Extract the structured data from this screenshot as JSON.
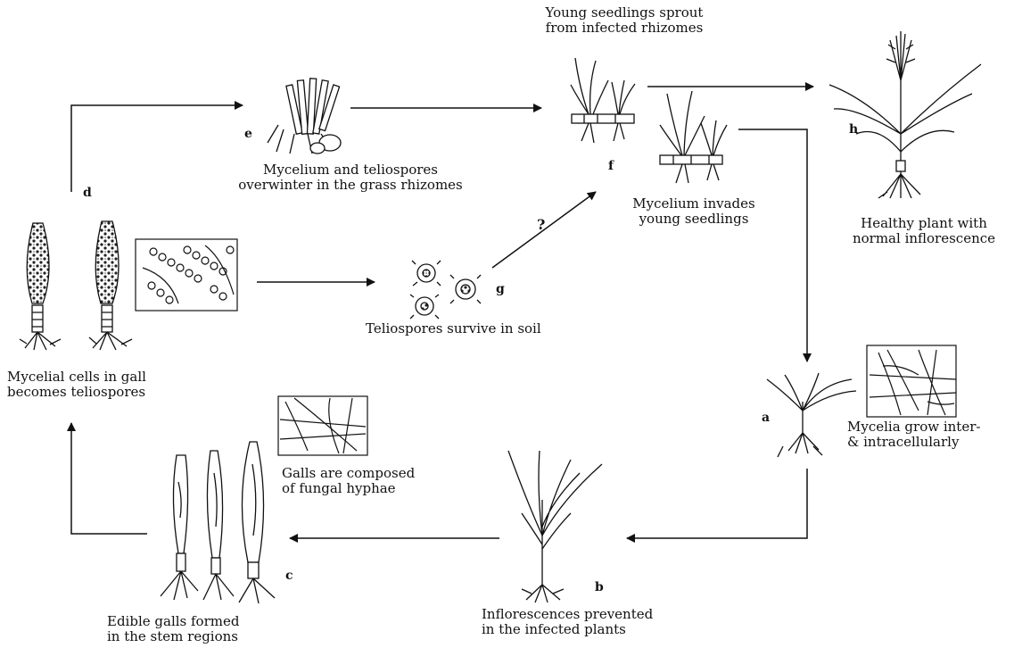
{
  "labels": {
    "a": "a",
    "b": "b",
    "c": "c",
    "d": "d",
    "e": "e",
    "f": "f",
    "g": "g",
    "h": "h",
    "question": "?"
  },
  "captions": {
    "sprout_1": "Young seedlings sprout",
    "sprout_2": "from infected rhizomes",
    "overwinter_1": "Mycelium and teliospores",
    "overwinter_2": "overwinter in the grass rhizomes",
    "invades_1": "Mycelium invades",
    "invades_2": "young seedlings",
    "healthy_1": "Healthy plant with",
    "healthy_2": "normal inflorescence",
    "soil": "Teliospores survive in soil",
    "gall_1": "Mycelial cells in gall",
    "gall_2": "becomes teliospores",
    "grow_1": "Mycelia  grow inter-",
    "grow_2": "& intracellularly",
    "hyphae_1": "Galls are composed",
    "hyphae_2": "of fungal hyphae",
    "prevented_1": "Inflorescences prevented",
    "prevented_2": "in the infected plants",
    "edible_1": "Edible galls formed",
    "edible_2": "in the stem regions"
  }
}
